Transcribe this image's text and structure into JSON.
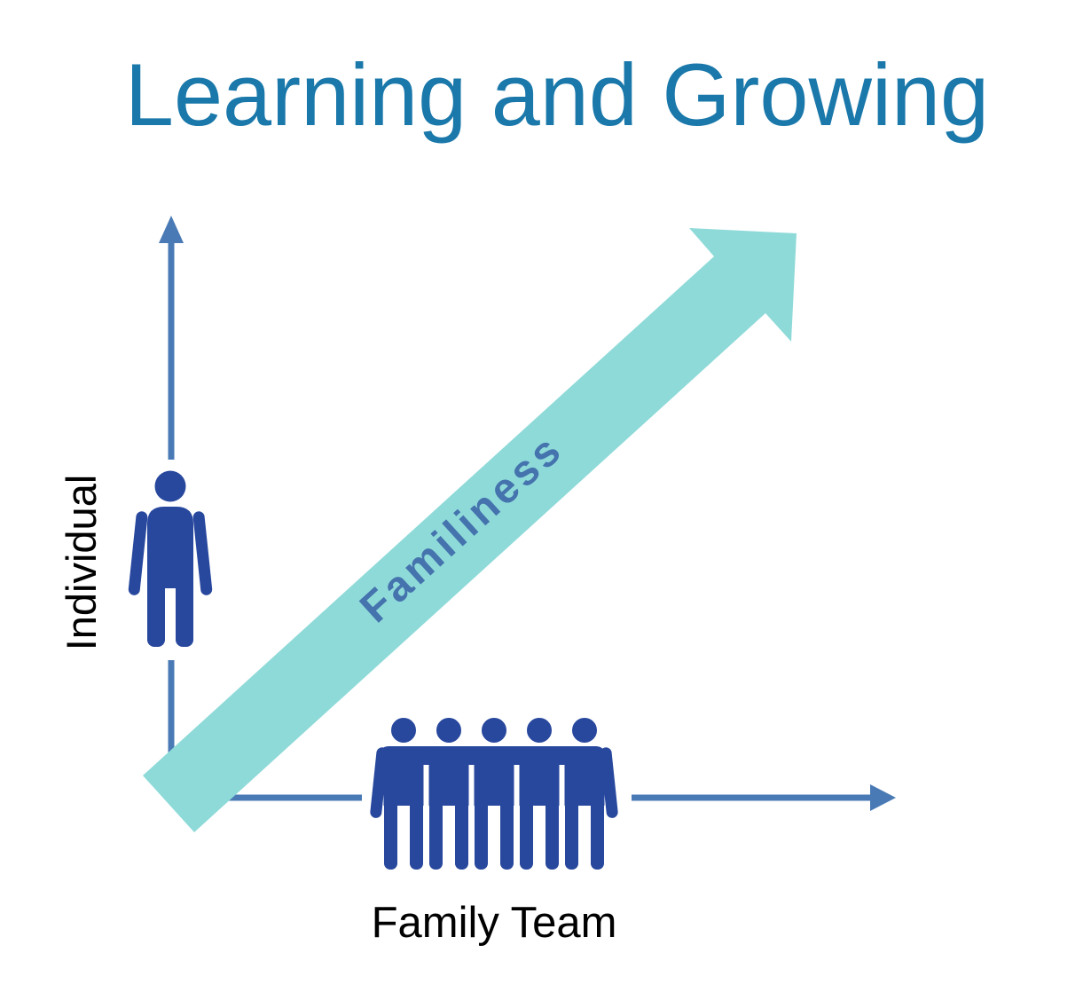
{
  "title": "Learning and Growing",
  "diagram": {
    "y_axis_label": "Individual",
    "x_axis_label": "Family Team",
    "arrow_label": "Familiness"
  },
  "icons": {
    "individual": "single-person-pictogram",
    "family_team": "five-people-linked-arms-pictogram",
    "y_axis": "up-arrow",
    "x_axis": "right-arrow",
    "familiness": "diagonal-up-right-arrow"
  },
  "colors": {
    "title_blue": "#1A78AA",
    "axis_blue": "#4A7AB5",
    "figure_navy": "#28489E",
    "arrow_teal": "#8EDAD9",
    "arrow_label_blue": "#4573AD",
    "label_black": "#000000",
    "background": "#FFFFFF"
  }
}
